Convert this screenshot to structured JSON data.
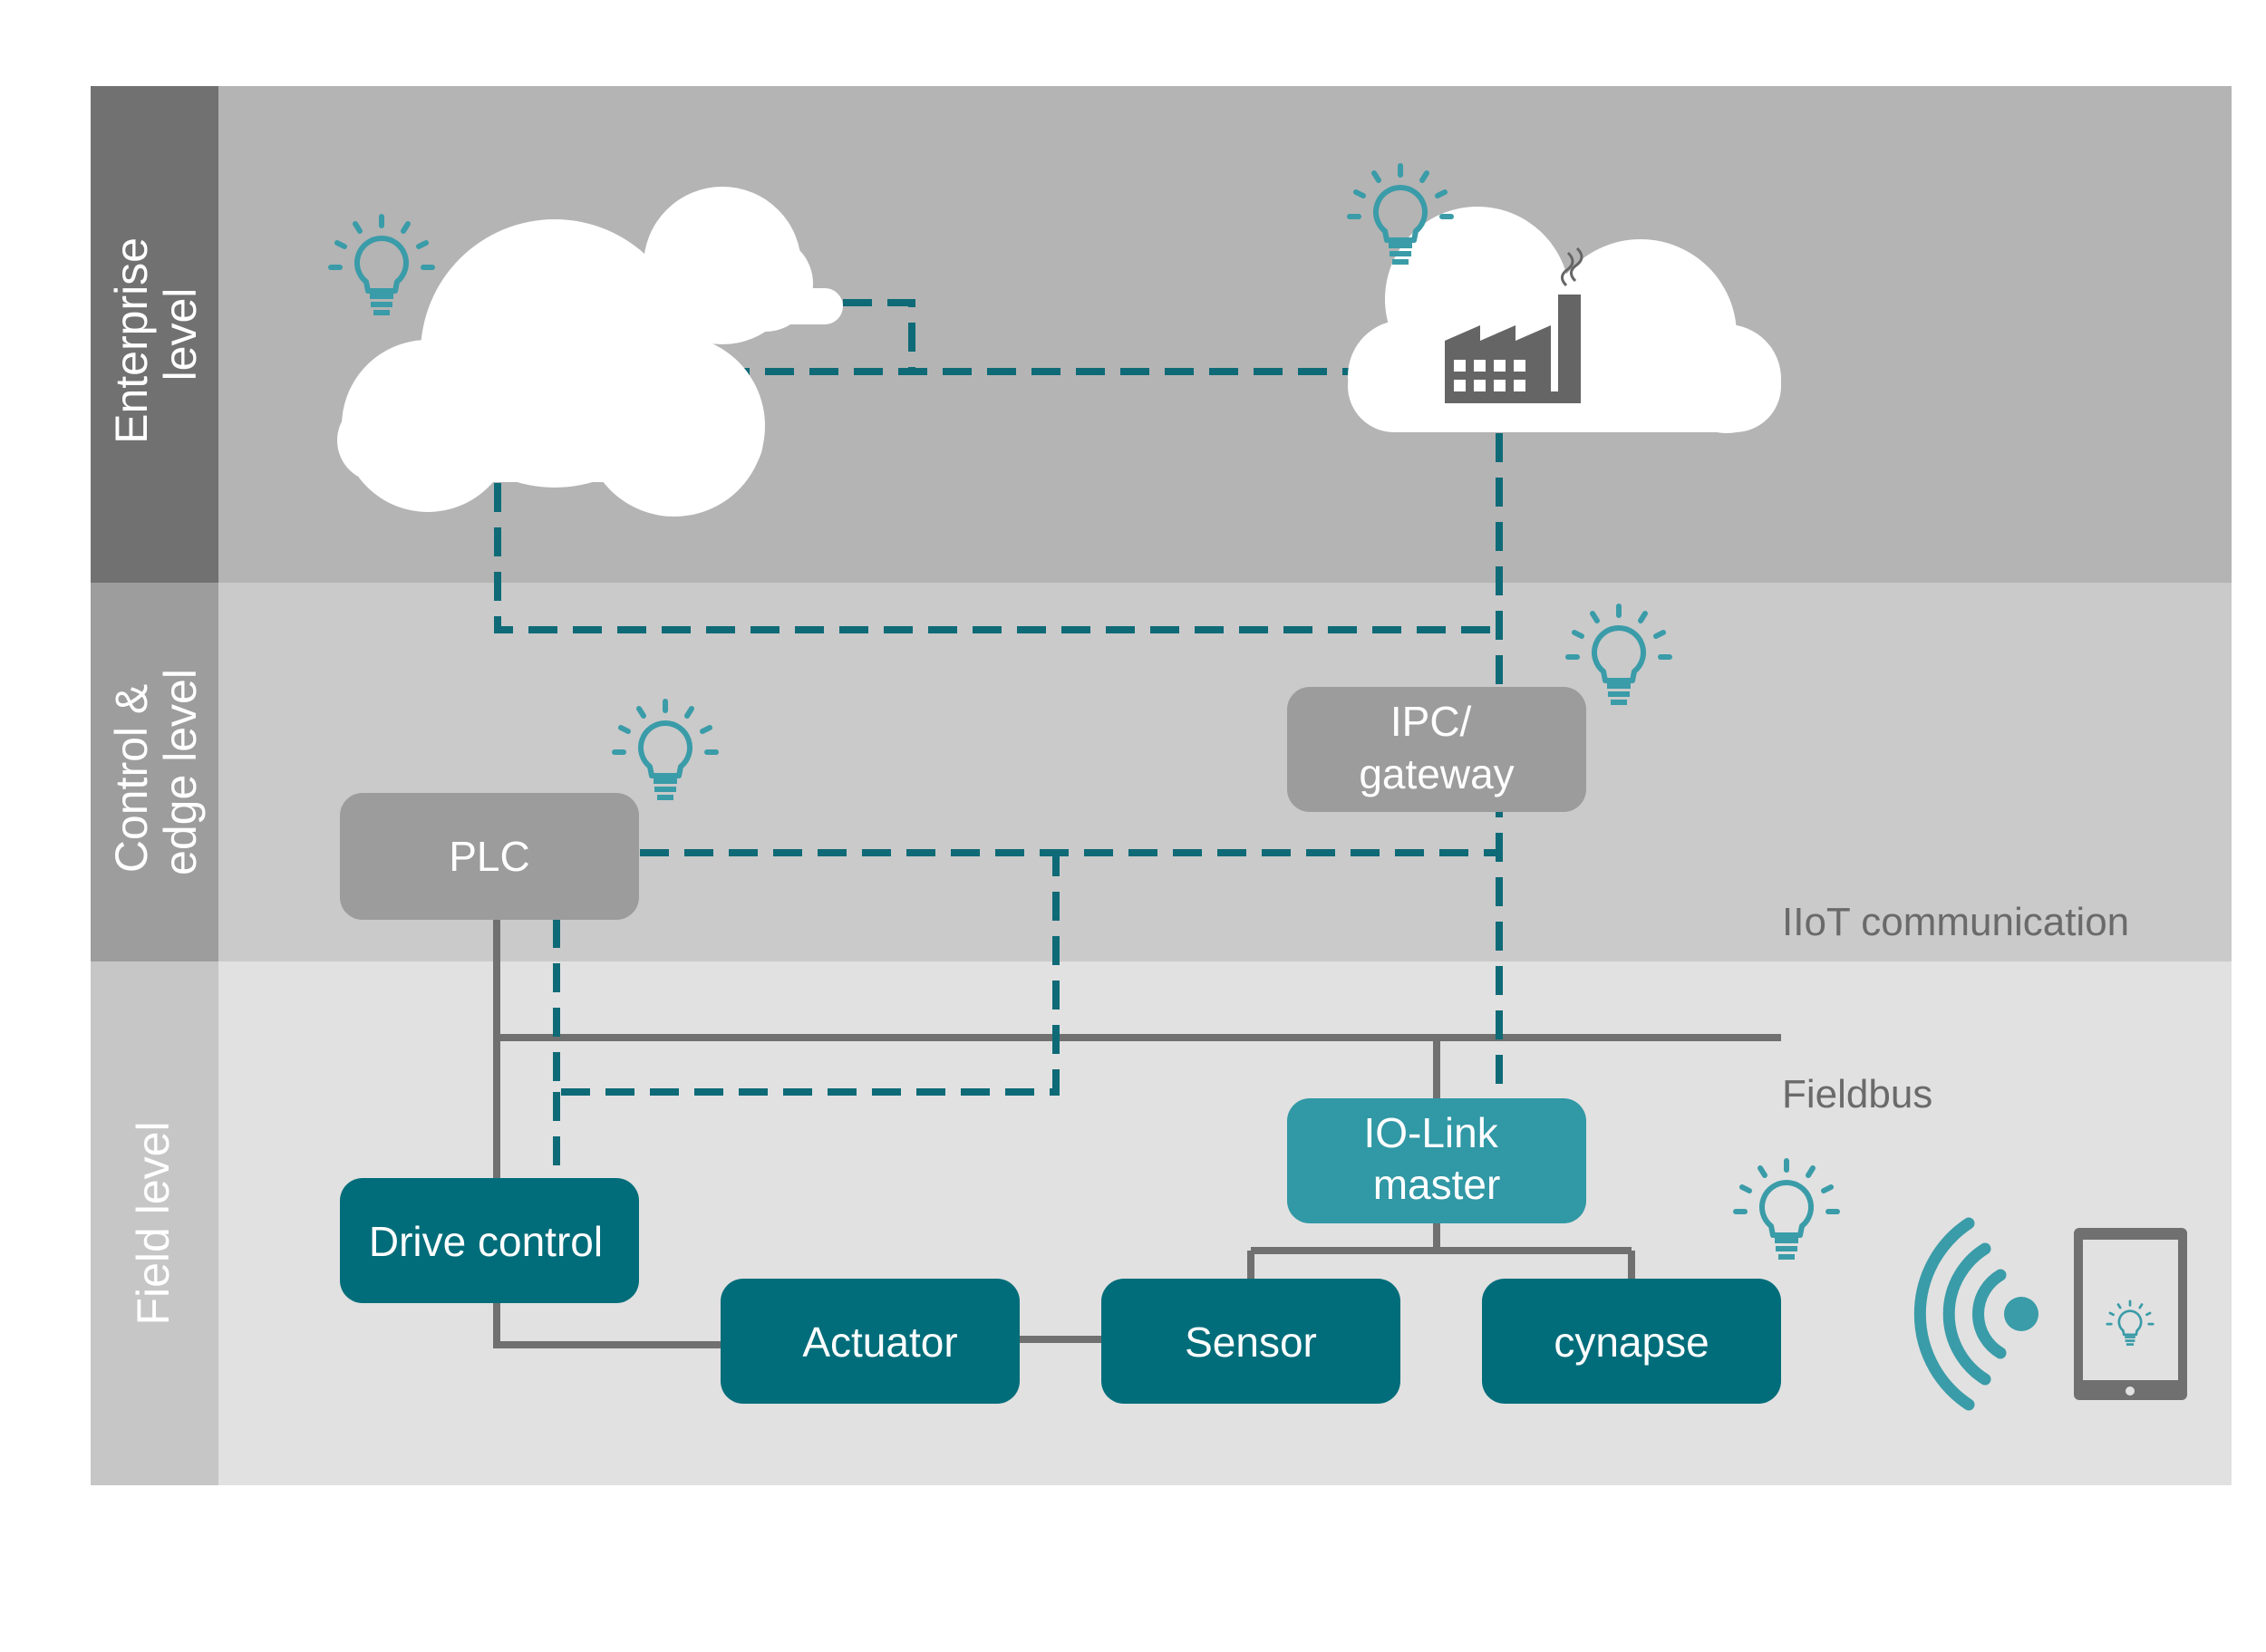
{
  "levels": {
    "enterprise": [
      "Enterprise",
      "level"
    ],
    "control": [
      "Control &",
      "edge level"
    ],
    "field": [
      "Field level"
    ]
  },
  "nodes": {
    "plc": [
      "PLC"
    ],
    "ipc": [
      "IPC/",
      "gateway"
    ],
    "io_link": [
      "IO-Link",
      "master"
    ],
    "drive": [
      "Drive control"
    ],
    "actuator": [
      "Actuator"
    ],
    "sensor": [
      "Sensor"
    ],
    "cynapse": [
      "cynapse"
    ]
  },
  "labels": {
    "iiot": "IIoT communication",
    "fieldbus": "Fieldbus"
  },
  "colors": {
    "enterprise_band": "#b4b4b4",
    "control_band": "#cacaca",
    "field_band": "#e1e1e1",
    "enterprise_side": "#717171",
    "control_side": "#9d9d9d",
    "field_side": "#c6c6c6",
    "teal_dark": "#026d7a",
    "teal_light": "#3198a5",
    "gray_box": "#9c9c9c",
    "line_gray": "#707070",
    "dash_teal": "#0f6a77",
    "bulb_teal": "#3a9ca8"
  },
  "icons": [
    "cloud-icon",
    "factory-icon",
    "lightbulb-icon",
    "wifi-icon",
    "tablet-icon"
  ]
}
